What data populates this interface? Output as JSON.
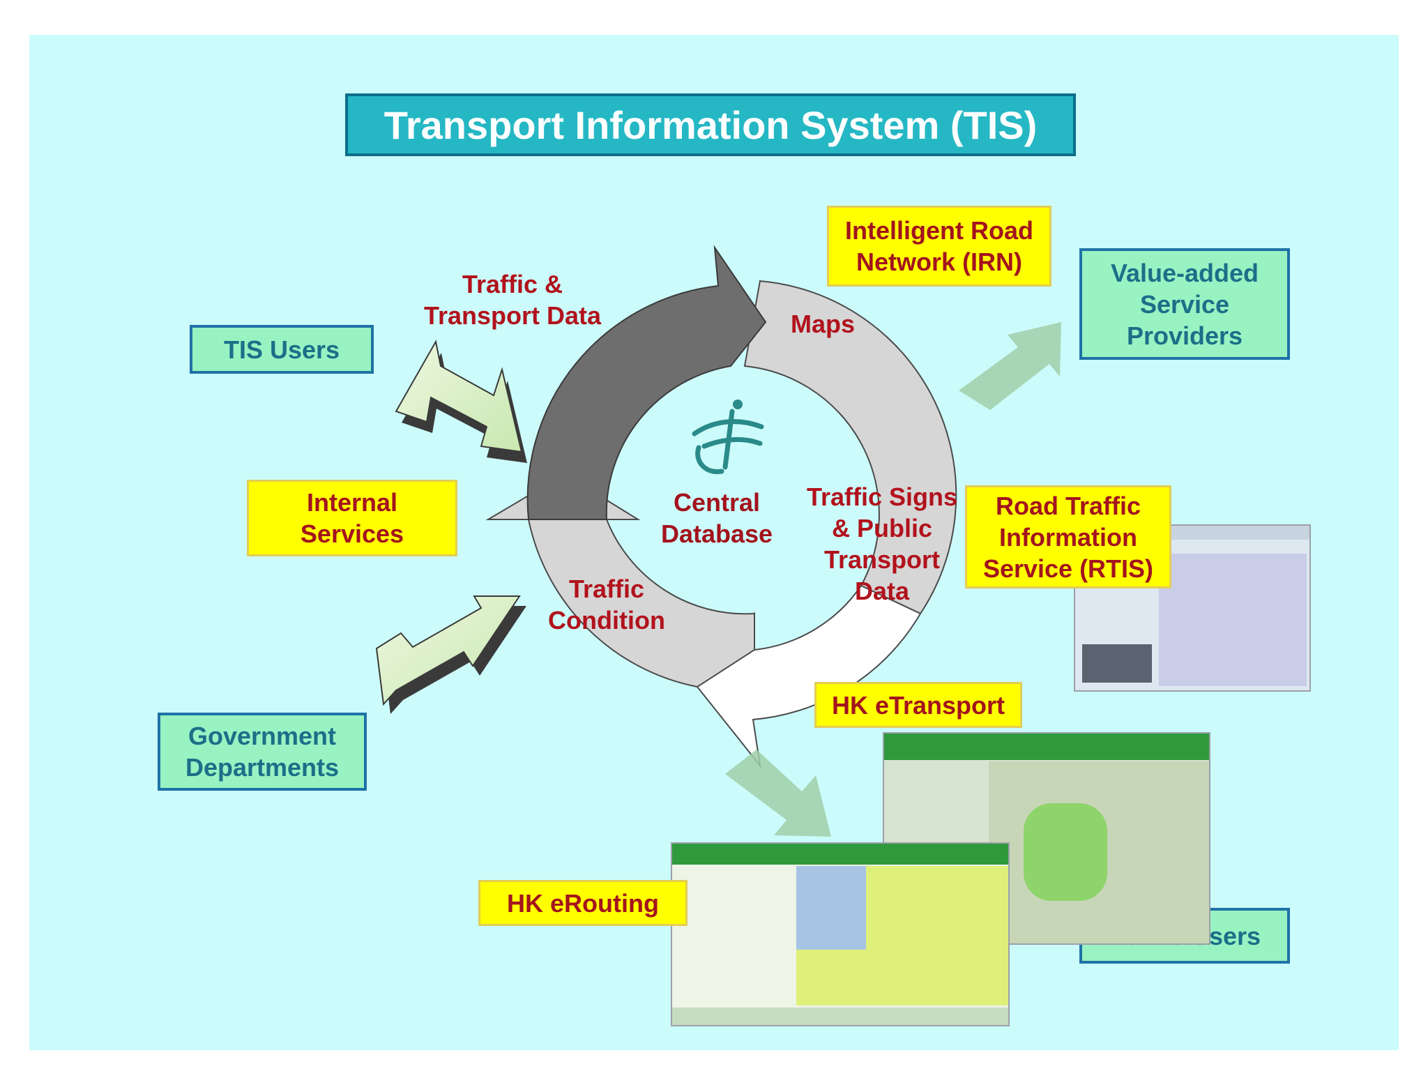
{
  "title": "Transport Information System (TIS)",
  "center": {
    "label": "Central\nDatabase",
    "logo": "td-logo-icon"
  },
  "cycle_labels": {
    "traffic_transport_data": "Traffic &\nTransport Data",
    "maps": "Maps",
    "traffic_signs": "Traffic Signs\n& Public\nTransport\nData",
    "traffic_condition": "Traffic\nCondition"
  },
  "green_boxes": {
    "tis_users": "TIS Users",
    "government_departments": "Government\nDepartments",
    "value_added": "Value-added\nService\nProviders",
    "public_users": "Public Users"
  },
  "yellow_boxes": {
    "irn": "Intelligent Road\nNetwork (IRN)",
    "internal_services": "Internal\nServices",
    "rtis": "Road Traffic\nInformation\nService (RTIS)",
    "etransport": "HK eTransport",
    "erouting": "HK eRouting"
  },
  "colors": {
    "background": "#ccfbfb",
    "title_fill": "#25b8c4",
    "green_box": "#99f2c2",
    "yellow_box": "#ffff00",
    "red_text": "#b1121c",
    "dark_arrow": "#6b6b6b",
    "light_arrow": "#d4d4d4"
  }
}
